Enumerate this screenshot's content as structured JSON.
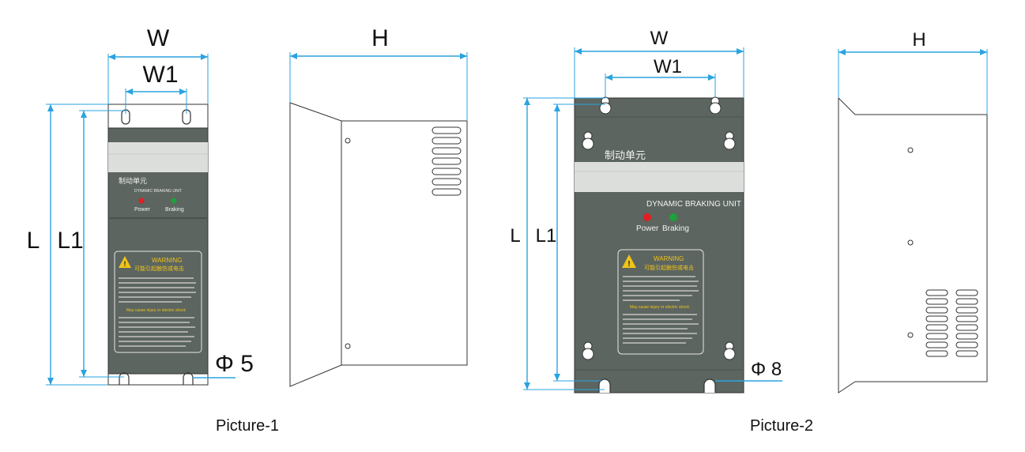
{
  "figure1": {
    "caption": "Picture-1",
    "dims": {
      "w": "W",
      "w1": "W1",
      "h": "H",
      "l": "L",
      "l1": "L1",
      "hole": "Φ 5"
    },
    "panel": {
      "title": "制动单元",
      "subtitle": "DYNAMIC BRAKING UNIT",
      "led_power": "Power",
      "led_braking": "Braking"
    },
    "warning": {
      "title": "WARNING",
      "subtitle": "可能引起触伤或电击",
      "note": "May cause injury or electric shock"
    }
  },
  "figure2": {
    "caption": "Picture-2",
    "dims": {
      "w": "W",
      "w1": "W1",
      "h": "H",
      "l": "L",
      "l1": "L1",
      "hole": "Φ 8"
    },
    "panel": {
      "title": "制动单元",
      "subtitle": "DYNAMIC BRAKING UNIT",
      "led_power": "Power",
      "led_braking": "Braking"
    },
    "warning": {
      "title": "WARNING",
      "subtitle": "可能引起触伤或电击",
      "note": "May cause injury or electric shock"
    }
  },
  "colors": {
    "dimension_line": "#2aa3e0",
    "panel": "#5c6560",
    "led_power": "#e02020",
    "led_braking": "#1ea03c",
    "warning_title": "#f0c419"
  }
}
